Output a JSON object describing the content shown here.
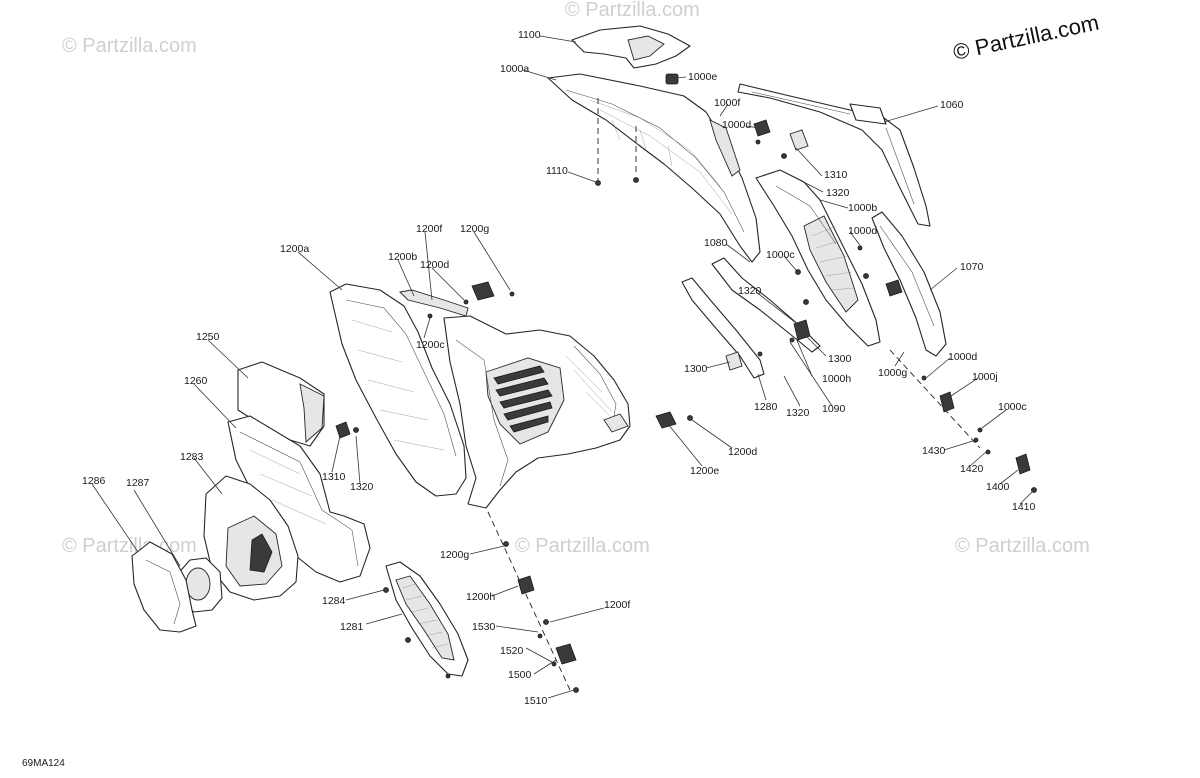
{
  "watermark_text": "© Partzilla.com",
  "brand_text": "© Partzilla.com",
  "figure_ref": "69MA124",
  "callouts": [
    {
      "id": "c1100",
      "text": "1100"
    },
    {
      "id": "c1000a",
      "text": "1000a"
    },
    {
      "id": "c1000e",
      "text": "1000e"
    },
    {
      "id": "c1000f",
      "text": "1000f"
    },
    {
      "id": "c1000d_top",
      "text": "1000d"
    },
    {
      "id": "c1060",
      "text": "1060"
    },
    {
      "id": "c1310_top",
      "text": "1310"
    },
    {
      "id": "c1110",
      "text": "1110"
    },
    {
      "id": "c1320_top",
      "text": "1320"
    },
    {
      "id": "c1000b",
      "text": "1000b"
    },
    {
      "id": "c1000d_mid",
      "text": "1000d"
    },
    {
      "id": "c1070",
      "text": "1070"
    },
    {
      "id": "c1080",
      "text": "1080"
    },
    {
      "id": "c1000c_mid",
      "text": "1000c"
    },
    {
      "id": "c1200a",
      "text": "1200a"
    },
    {
      "id": "c1200f_top",
      "text": "1200f"
    },
    {
      "id": "c1200g_top",
      "text": "1200g"
    },
    {
      "id": "c1200b",
      "text": "1200b"
    },
    {
      "id": "c1200d_top",
      "text": "1200d"
    },
    {
      "id": "c1320_mid",
      "text": "1320"
    },
    {
      "id": "c1200c",
      "text": "1200c"
    },
    {
      "id": "c1250",
      "text": "1250"
    },
    {
      "id": "c1300_mid",
      "text": "1300"
    },
    {
      "id": "c1300_left",
      "text": "1300"
    },
    {
      "id": "c1000g",
      "text": "1000g"
    },
    {
      "id": "c1000d_right",
      "text": "1000d"
    },
    {
      "id": "c1000h",
      "text": "1000h"
    },
    {
      "id": "c1000j",
      "text": "1000j"
    },
    {
      "id": "c1260",
      "text": "1260"
    },
    {
      "id": "c1280",
      "text": "1280"
    },
    {
      "id": "c1320_low",
      "text": "1320"
    },
    {
      "id": "c1090",
      "text": "1090"
    },
    {
      "id": "c1000c_right",
      "text": "1000c"
    },
    {
      "id": "c1200d_low",
      "text": "1200d"
    },
    {
      "id": "c1430",
      "text": "1430"
    },
    {
      "id": "c1283",
      "text": "1283"
    },
    {
      "id": "c1310_low",
      "text": "1310"
    },
    {
      "id": "c1200e",
      "text": "1200e"
    },
    {
      "id": "c1420",
      "text": "1420"
    },
    {
      "id": "c1286",
      "text": "1286"
    },
    {
      "id": "c1287",
      "text": "1287"
    },
    {
      "id": "c1320_left",
      "text": "1320"
    },
    {
      "id": "c1400",
      "text": "1400"
    },
    {
      "id": "c1410",
      "text": "1410"
    },
    {
      "id": "c1200g_low",
      "text": "1200g"
    },
    {
      "id": "c1284",
      "text": "1284"
    },
    {
      "id": "c1200h",
      "text": "1200h"
    },
    {
      "id": "c1200f_low",
      "text": "1200f"
    },
    {
      "id": "c1281",
      "text": "1281"
    },
    {
      "id": "c1530",
      "text": "1530"
    },
    {
      "id": "c1520",
      "text": "1520"
    },
    {
      "id": "c1500",
      "text": "1500"
    },
    {
      "id": "c1510",
      "text": "1510"
    }
  ]
}
